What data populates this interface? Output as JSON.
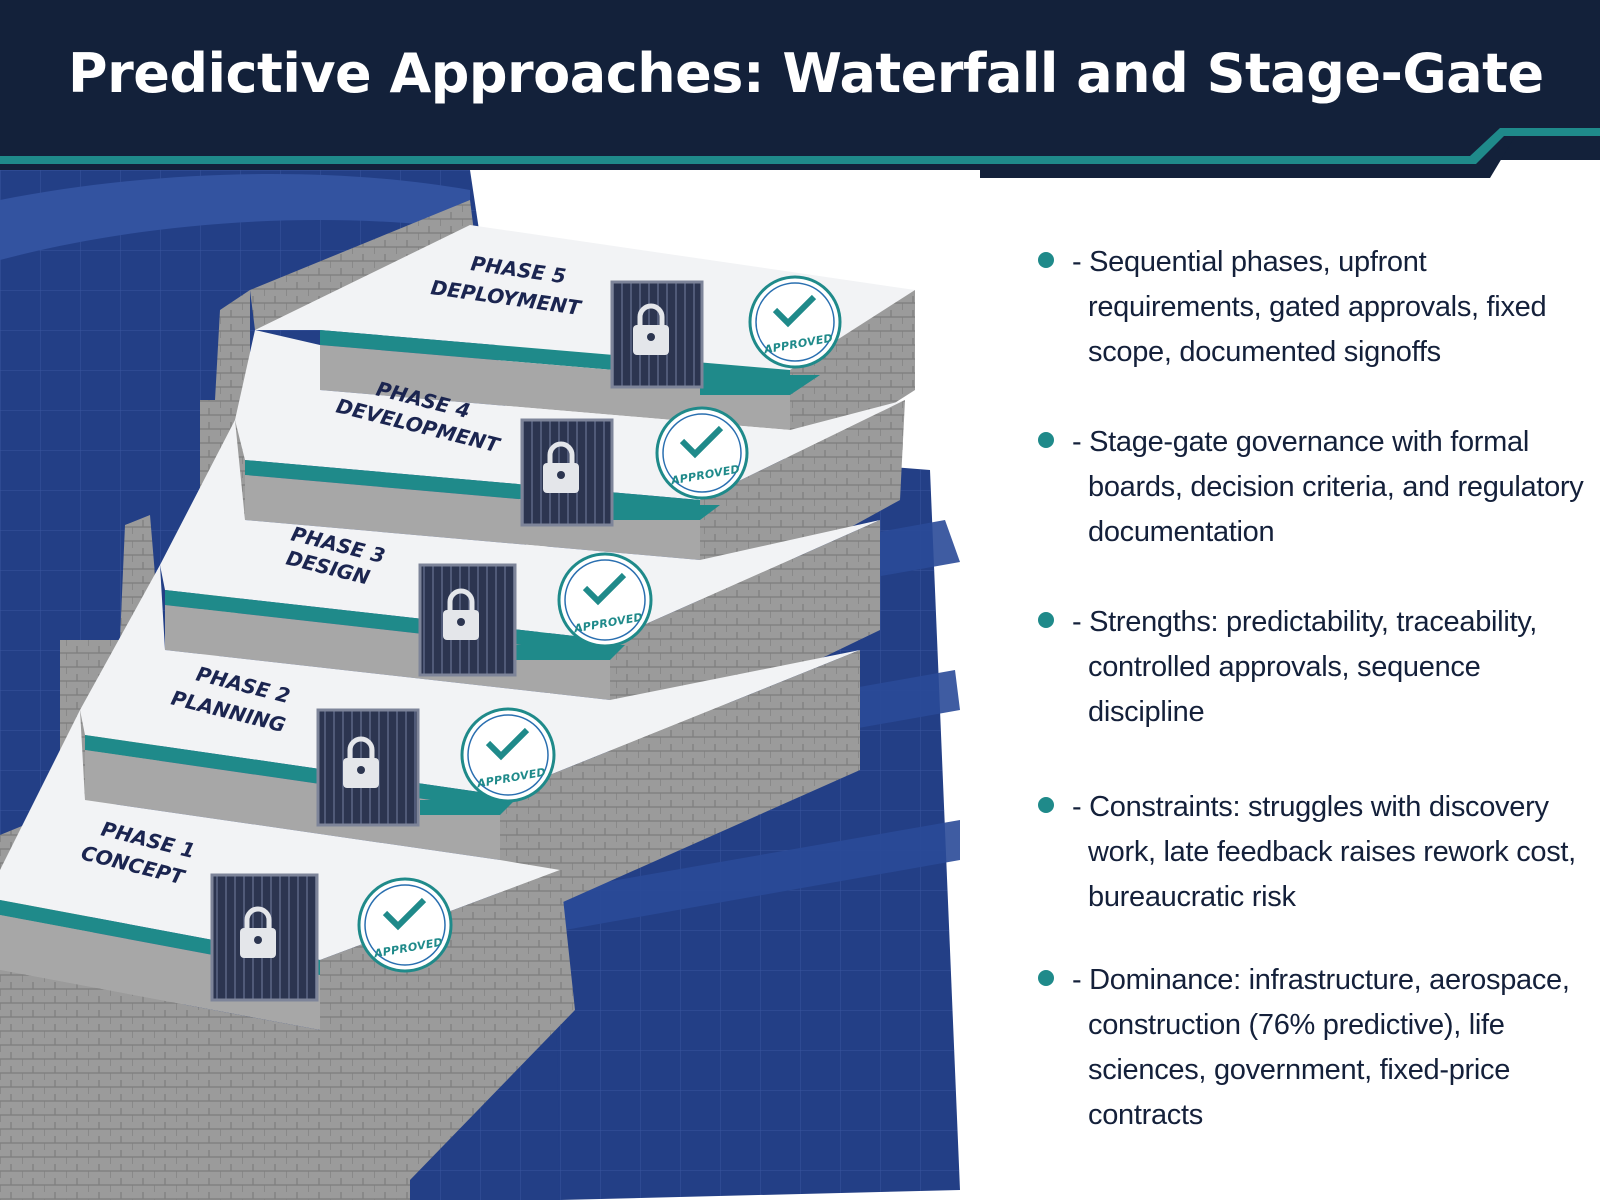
{
  "header": {
    "title": "Predictive Approaches: Waterfall and Stage-Gate"
  },
  "colors": {
    "header_bg": "#13213a",
    "accent_teal": "#1f8a8a",
    "blueprint_blue": "#233f86",
    "stone_gray": "#9a9a9a"
  },
  "phases": [
    {
      "line1": "PHASE 1",
      "line2": "CONCEPT",
      "stamp": "APPROVED"
    },
    {
      "line1": "PHASE 2",
      "line2": "PLANNING",
      "stamp": "APPROVED"
    },
    {
      "line1": "PHASE 3",
      "line2": "DESIGN",
      "stamp": "APPROVED"
    },
    {
      "line1": "PHASE 4",
      "line2": "DEVELOPMENT",
      "stamp": "APPROVED"
    },
    {
      "line1": "PHASE 5",
      "line2": "DEPLOYMENT",
      "stamp": "APPROVED"
    }
  ],
  "icons": {
    "gate": "lock-gate-icon",
    "stamp": "approved-check-stamp-icon",
    "bullet": "teal-dot-icon"
  },
  "bullets": [
    {
      "text": "- Sequential phases, upfront requirements, gated approvals, fixed scope, documented signoffs"
    },
    {
      "text": "- Stage-gate governance with formal boards, decision criteria, and regulatory documentation"
    },
    {
      "text": "- Strengths: predictability, traceability, controlled approvals, sequence discipline"
    },
    {
      "text": "- Constraints: struggles with discovery work, late feedback raises rework cost, bureaucratic risk"
    },
    {
      "text": "- Dominance: infrastructure, aerospace, construction (76% predictive), life sciences, government, fixed-price contracts"
    }
  ]
}
